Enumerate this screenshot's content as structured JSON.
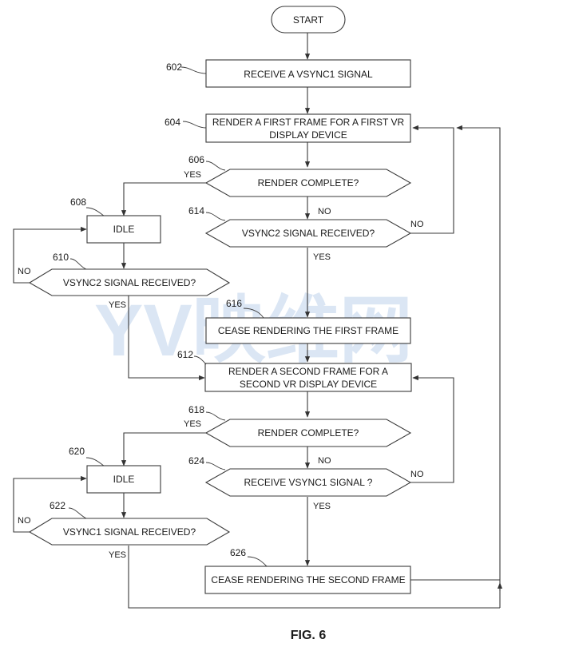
{
  "diagram": {
    "start": "START",
    "figure_label": "FIG. 6",
    "watermark": "YV映维网",
    "steps": {
      "602": {
        "ref": "602",
        "lines": [
          "RECEIVE A VSYNC1 SIGNAL"
        ]
      },
      "604": {
        "ref": "604",
        "lines": [
          "RENDER A FIRST FRAME FOR A FIRST VR",
          "DISPLAY DEVICE"
        ]
      },
      "606": {
        "ref": "606",
        "lines": [
          "RENDER COMPLETE?"
        ]
      },
      "608": {
        "ref": "608",
        "lines": [
          "IDLE"
        ]
      },
      "610": {
        "ref": "610",
        "lines": [
          "VSYNC2 SIGNAL RECEIVED?"
        ]
      },
      "612": {
        "ref": "612",
        "lines": [
          "RENDER A SECOND FRAME FOR A",
          "SECOND VR DISPLAY DEVICE"
        ]
      },
      "614": {
        "ref": "614",
        "lines": [
          "VSYNC2 SIGNAL RECEIVED?"
        ]
      },
      "616": {
        "ref": "616",
        "lines": [
          "CEASE RENDERING THE FIRST FRAME"
        ]
      },
      "618": {
        "ref": "618",
        "lines": [
          "RENDER COMPLETE?"
        ]
      },
      "620": {
        "ref": "620",
        "lines": [
          "IDLE"
        ]
      },
      "622": {
        "ref": "622",
        "lines": [
          "VSYNC1 SIGNAL RECEIVED?"
        ]
      },
      "624": {
        "ref": "624",
        "lines": [
          "RECEIVE VSYNC1 SIGNAL ?"
        ]
      },
      "626": {
        "ref": "626",
        "lines": [
          "CEASE RENDERING THE SECOND FRAME"
        ]
      }
    },
    "edge_labels": {
      "606_yes": "YES",
      "614_no_from_606": "NO",
      "614_no": "NO",
      "614_yes": "YES",
      "610_no": "NO",
      "610_yes": "YES",
      "618_yes": "YES",
      "624_no_from_618": "NO",
      "624_no": "NO",
      "624_yes": "YES",
      "622_no": "NO",
      "622_yes": "YES"
    }
  }
}
